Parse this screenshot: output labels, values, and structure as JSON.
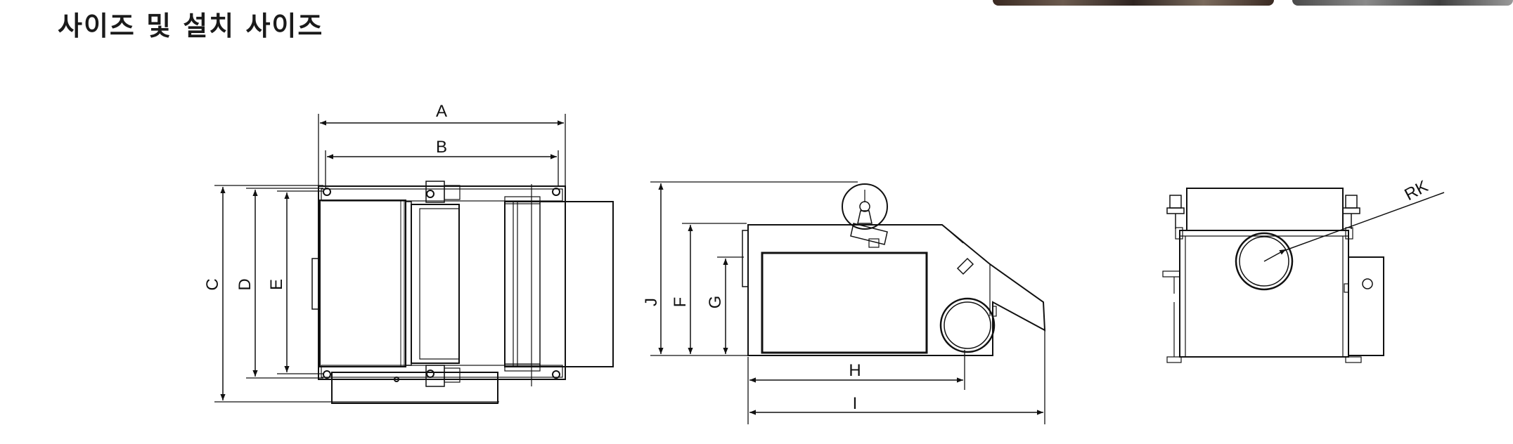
{
  "title": "사이즈 및 설치 사이즈",
  "dimension_labels": {
    "a": "A",
    "b": "B",
    "c": "C",
    "d": "D",
    "e": "E",
    "f": "F",
    "g": "G",
    "h": "H",
    "i": "I",
    "j": "J",
    "rk": "RK"
  }
}
